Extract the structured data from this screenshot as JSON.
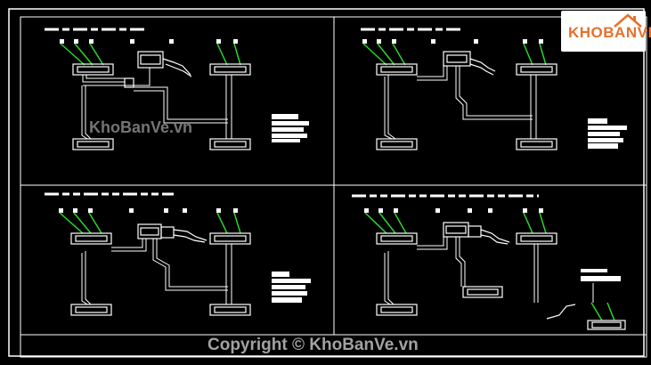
{
  "watermark": {
    "center_text": "KhoBanVe.vn",
    "copyright_text": "Copyright © KhoBanVe.vn"
  },
  "logo": {
    "text": "KHOBANVE",
    "text_color": "#e8702a",
    "icon": "house-icon"
  },
  "colors": {
    "background": "#000000",
    "line": "#ffffff",
    "accent": "#2bd62b",
    "highlight": "#ffff00"
  }
}
